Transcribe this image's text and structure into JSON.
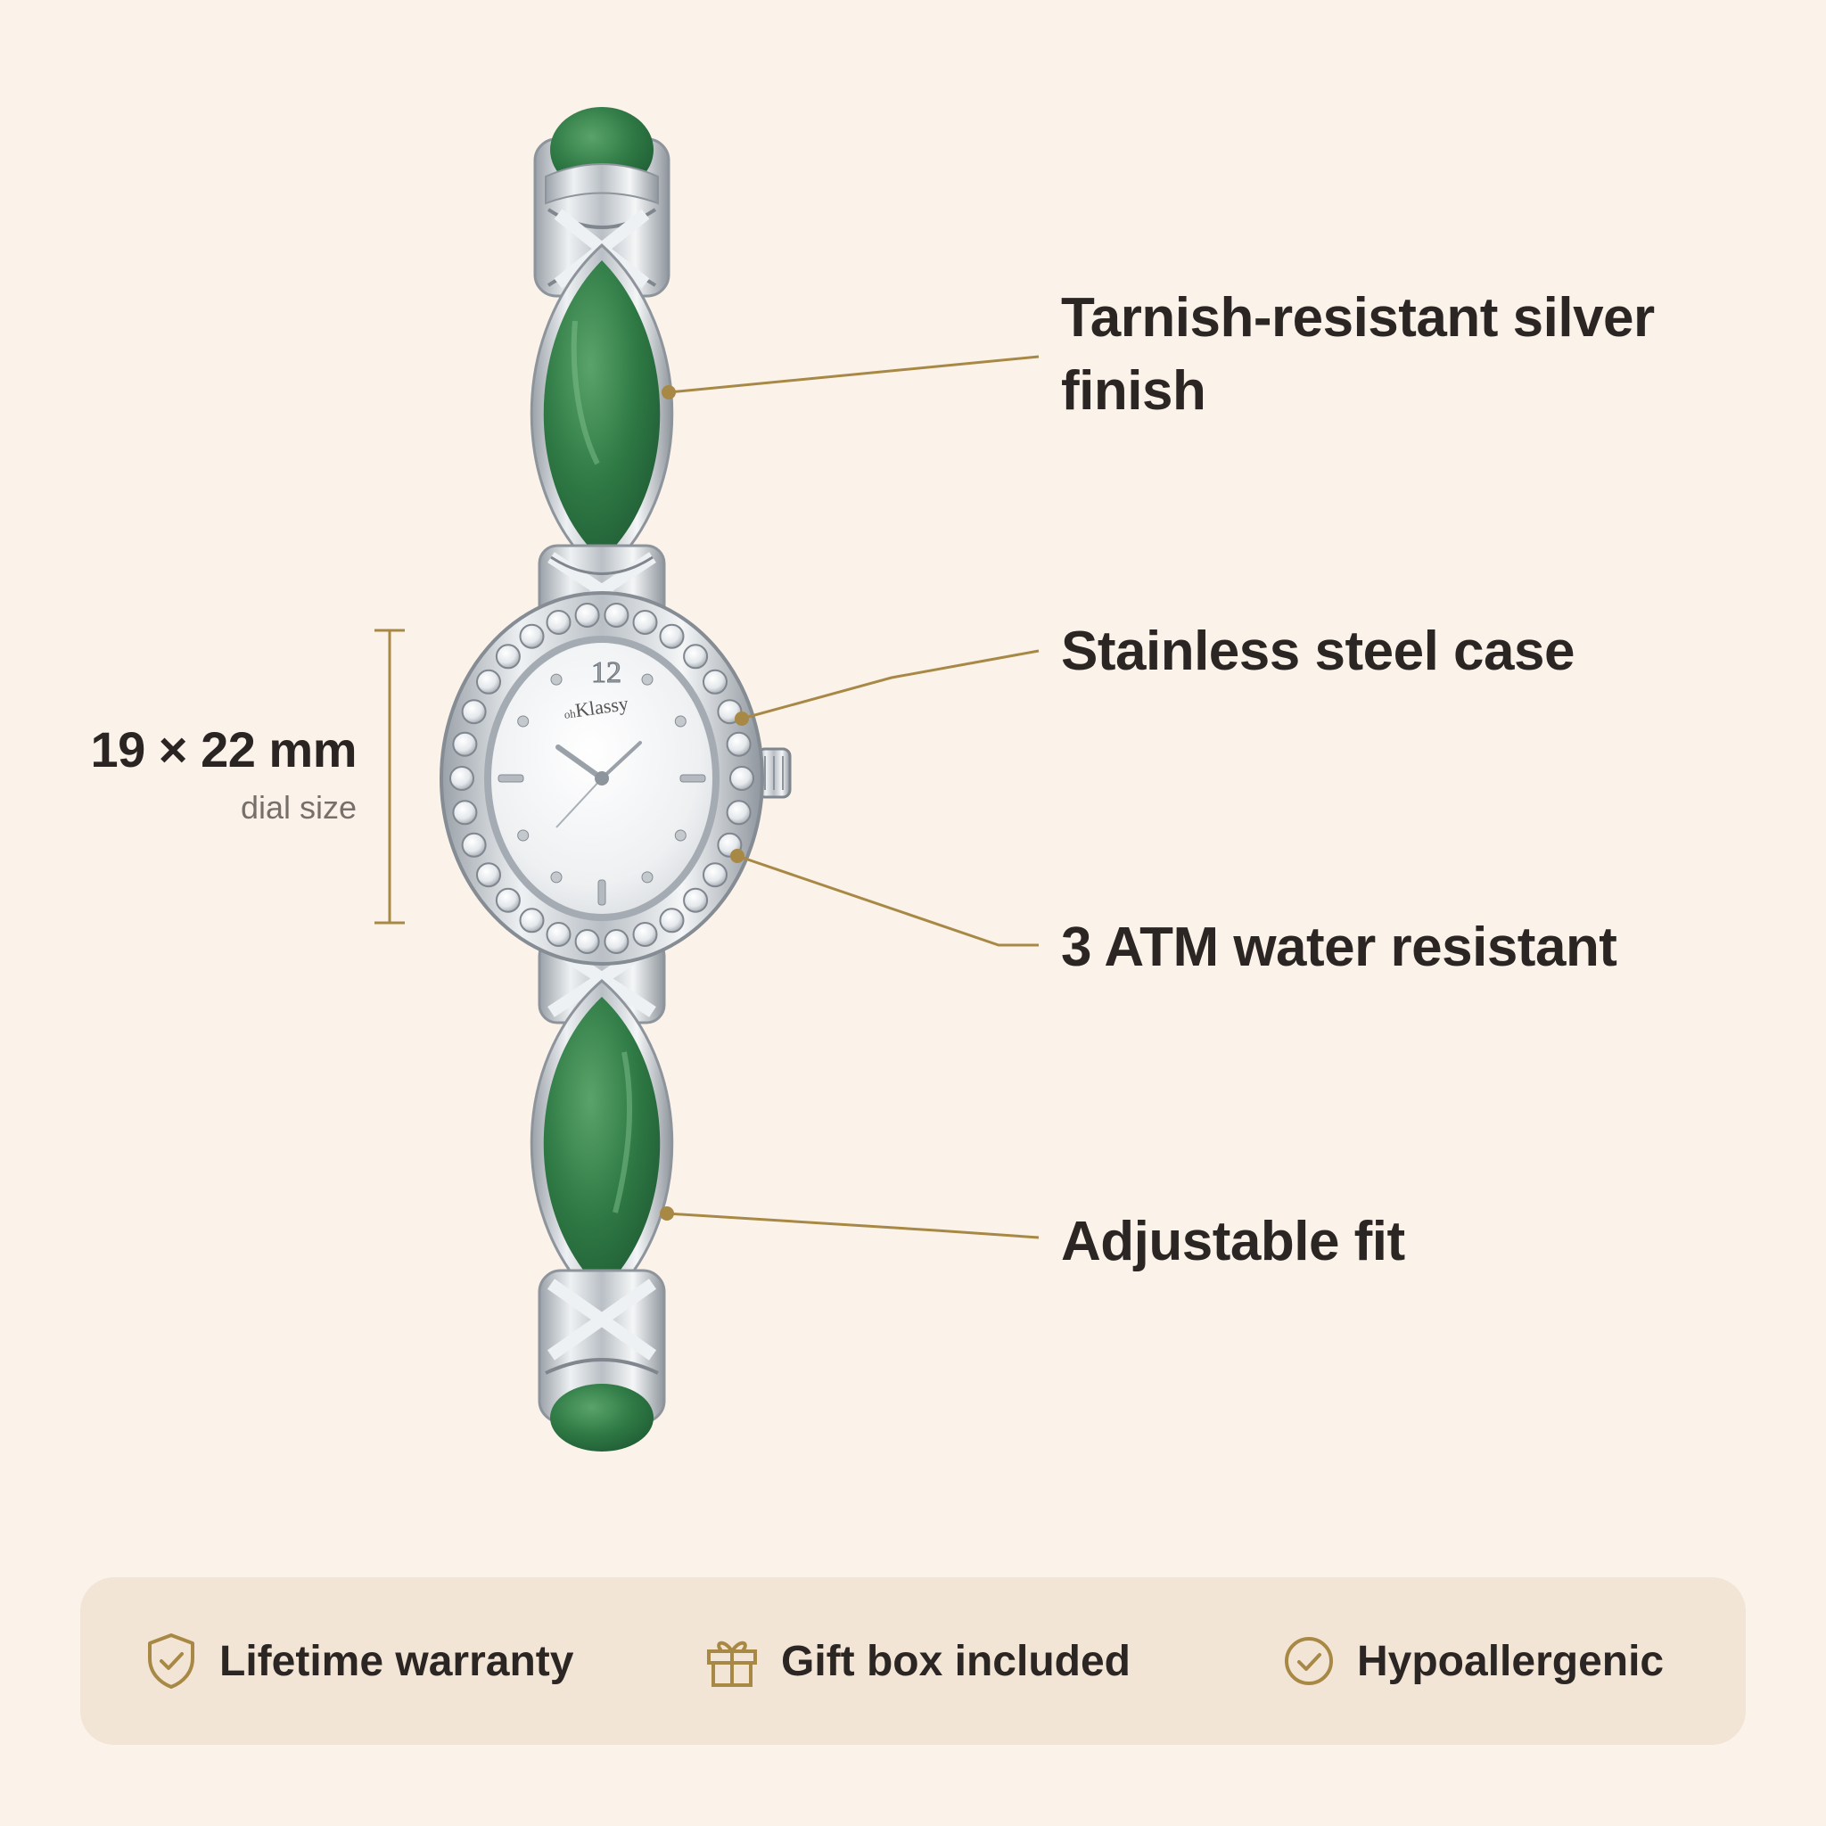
{
  "features": [
    "Tarnish-resistant silver finish",
    "Stainless steel case",
    "3 ATM water resistant",
    "Adjustable fit"
  ],
  "dimension": {
    "value": "19 × 22 mm",
    "caption": "dial size"
  },
  "dial": {
    "brand_prefix": "oh",
    "brand_name": "Klassy",
    "numeral": "12"
  },
  "benefits": [
    {
      "label": "Lifetime warranty",
      "icon": "shield-check-icon"
    },
    {
      "label": "Gift box included",
      "icon": "gift-icon"
    },
    {
      "label": "Hypoallergenic",
      "icon": "check-circle-icon"
    }
  ],
  "colors": {
    "background": "#fbf3ea",
    "accent_gold": "#a88845",
    "jade": "#2f7a45",
    "silver": "#c9ced3",
    "benefit_bar": "#f2e5d6"
  }
}
